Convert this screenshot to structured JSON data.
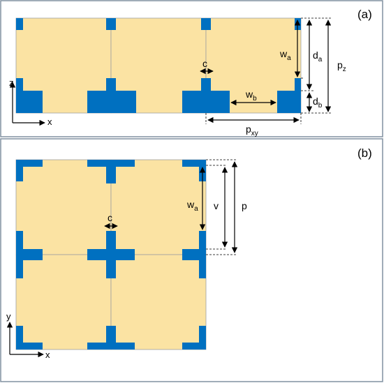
{
  "panels": {
    "a": {
      "tag": "(a)",
      "axis_vertical": "z",
      "axis_horizontal": "x",
      "dims": {
        "c": "c",
        "wa_main": "w",
        "wa_sub": "a",
        "wb_main": "w",
        "wb_sub": "b",
        "da_main": "d",
        "da_sub": "a",
        "db_main": "d",
        "db_sub": "b",
        "pz_main": "p",
        "pz_sub": "z",
        "pxy_main": "p",
        "pxy_sub": "xy"
      }
    },
    "b": {
      "tag": "(b)",
      "axis_vertical": "y",
      "axis_horizontal": "x",
      "dims": {
        "c": "c",
        "wa_main": "w",
        "wa_sub": "a",
        "v": "v",
        "p": "p"
      }
    }
  },
  "colors": {
    "cell_fill": "#fbe3a3",
    "metal": "#0070c0",
    "cell_border": "#a0a0a0",
    "frame": "#8090a0"
  }
}
